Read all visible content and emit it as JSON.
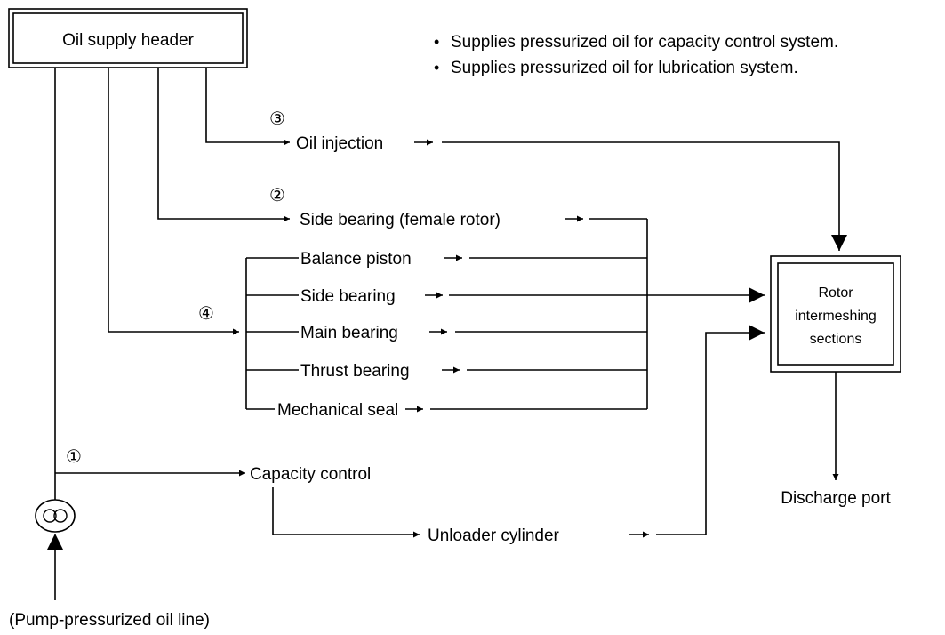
{
  "header_box": {
    "label": "Oil supply header"
  },
  "notes": [
    "Supplies pressurized oil for capacity control system.",
    "Supplies pressurized oil for lubrication system."
  ],
  "branch_markers": {
    "one": "①",
    "two": "②",
    "three": "③",
    "four": "④"
  },
  "items": {
    "oil_injection": "Oil injection",
    "side_bearing_female": "Side bearing (female rotor)",
    "balance_piston": "Balance piston",
    "side_bearing": "Side bearing",
    "main_bearing": "Main bearing",
    "thrust_bearing": "Thrust bearing",
    "mechanical_seal": "Mechanical seal",
    "capacity_control": "Capacity control",
    "unloader_cylinder": "Unloader cylinder",
    "discharge_port": "Discharge port",
    "pump_line": "(Pump-pressurized oil line)"
  },
  "rotor_box": {
    "line1": "Rotor",
    "line2": "intermeshing",
    "line3": "sections"
  },
  "inline_arrow": "→",
  "bullet": "•",
  "icons": {
    "pump": "pump-icon"
  }
}
